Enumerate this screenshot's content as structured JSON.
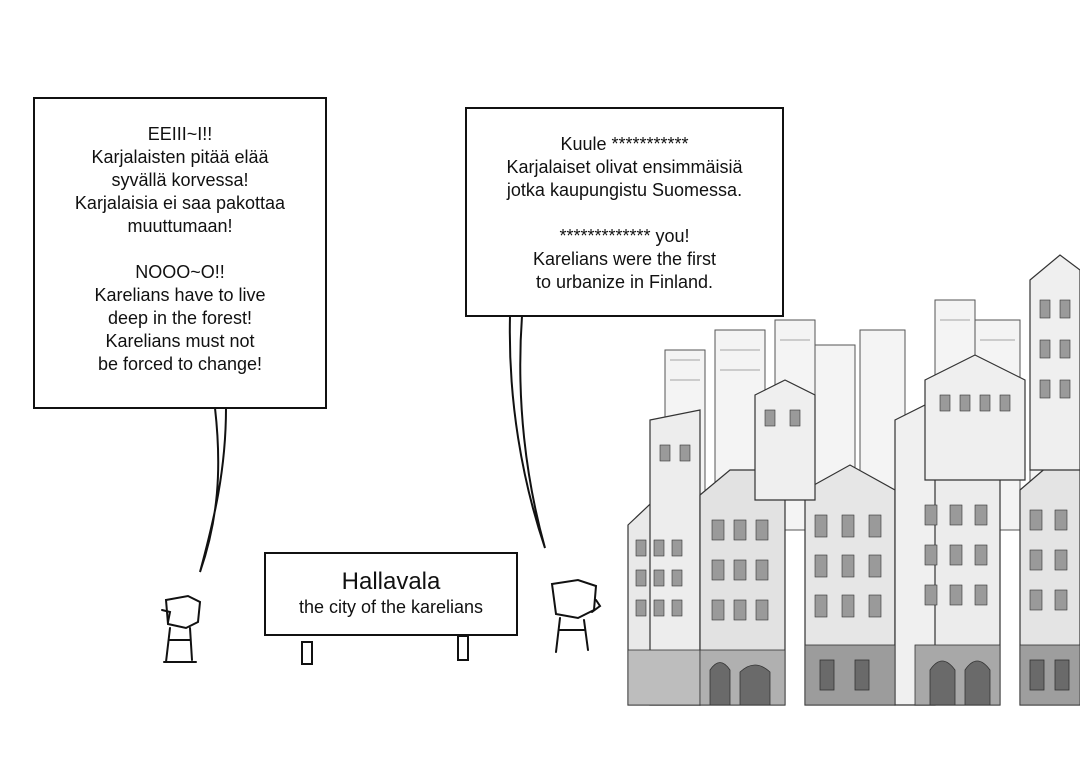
{
  "left_bubble": {
    "finnish_lines": [
      "EEIII~I!!",
      "Karjalaisten pitää elää",
      "syvällä korvessa!",
      "Karjalaisia ei saa pakottaa",
      "muuttumaan!"
    ],
    "english_lines": [
      "NOOO~O!!",
      "Karelians have to live",
      "deep in the forest!",
      "Karelians must not",
      "be forced to change!"
    ]
  },
  "right_bubble": {
    "finnish_lines": [
      "Kuule ***********",
      "Karjalaiset olivat ensimmäisiä",
      "jotka kaupungistu Suomessa."
    ],
    "english_lines": [
      "************* you!",
      "Karelians were the first",
      "to urbanize in Finland."
    ]
  },
  "sign": {
    "title": "Hallavala",
    "subtitle": "the city of the karelians"
  }
}
